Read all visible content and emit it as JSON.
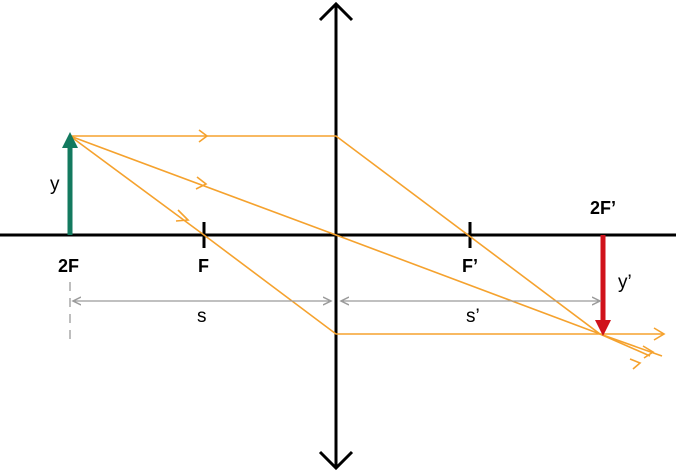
{
  "diagram": {
    "focal_labels": {
      "two_f_left": "2F",
      "f_left": "F",
      "f_right": "F’",
      "two_f_right": "2F’"
    },
    "object_height_label": "y",
    "image_height_label": "y’",
    "object_distance_label": "s",
    "image_distance_label": "s’",
    "colors": {
      "rays": "#f5a22e",
      "object_arrow": "#137a5f",
      "image_arrow": "#d0121b",
      "axis": "#000000",
      "dimension_lines": "#9b9b9b"
    }
  }
}
